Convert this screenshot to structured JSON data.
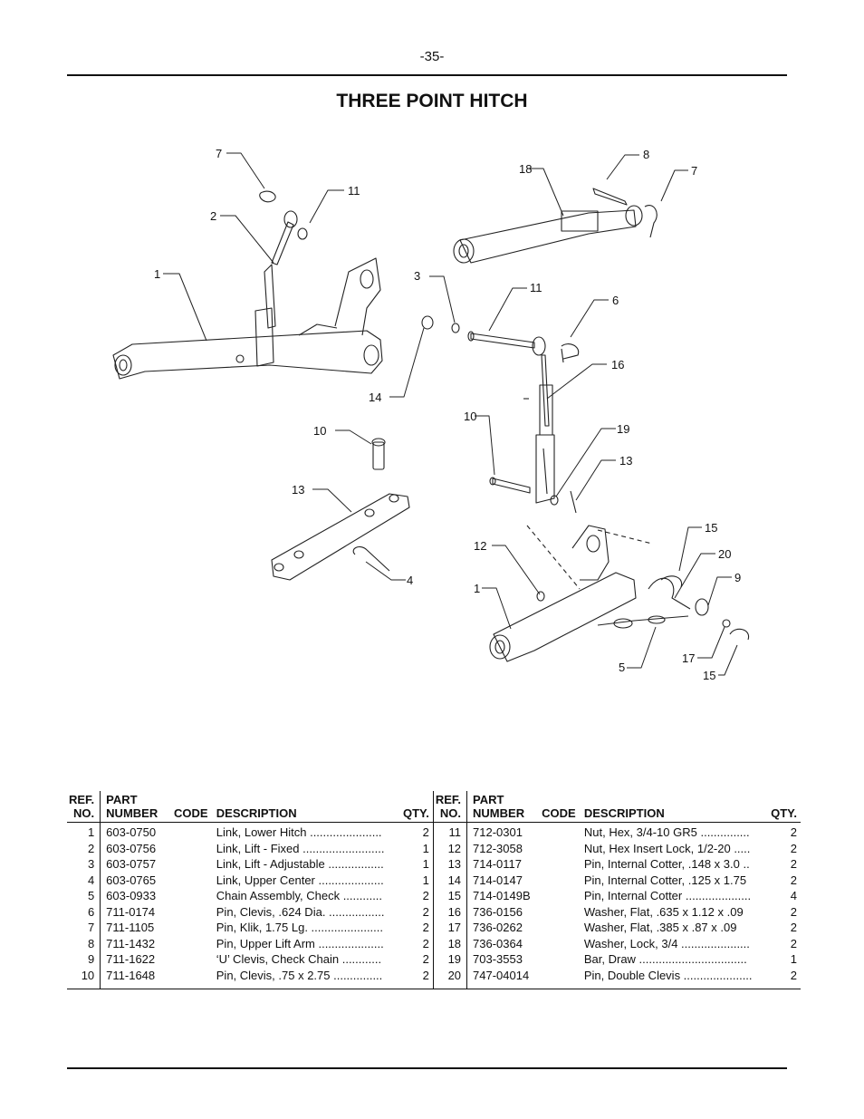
{
  "page": {
    "number": "-35-",
    "title": "THREE POINT HITCH"
  },
  "diagram": {
    "callouts": [
      "7",
      "11",
      "2",
      "1",
      "10",
      "13",
      "4",
      "18",
      "8",
      "7",
      "3",
      "11",
      "6",
      "16",
      "14",
      "10",
      "19",
      "13",
      "15",
      "20",
      "12",
      "9",
      "1",
      "17",
      "5",
      "15"
    ]
  },
  "table": {
    "headers": {
      "ref_line1": "REF.",
      "ref_line2": "NO.",
      "part_line1": "PART",
      "part_line2": "NUMBER",
      "code": "CODE",
      "description": "DESCRIPTION",
      "qty": "QTY."
    },
    "left_rows": [
      {
        "ref": "1",
        "part": "603-0750",
        "code": "",
        "desc": "Link, Lower Hitch ......................",
        "qty": "2"
      },
      {
        "ref": "2",
        "part": "603-0756",
        "code": "",
        "desc": "Link, Lift - Fixed .........................",
        "qty": "1"
      },
      {
        "ref": "3",
        "part": "603-0757",
        "code": "",
        "desc": "Link, Lift - Adjustable .................",
        "qty": "1"
      },
      {
        "ref": "4",
        "part": "603-0765",
        "code": "",
        "desc": "Link, Upper Center ....................",
        "qty": "1"
      },
      {
        "ref": "5",
        "part": "603-0933",
        "code": "",
        "desc": "Chain Assembly, Check ............",
        "qty": "2"
      },
      {
        "ref": "6",
        "part": "711-0174",
        "code": "",
        "desc": "Pin, Clevis, .624 Dia. .................",
        "qty": "2"
      },
      {
        "ref": "7",
        "part": "711-1105",
        "code": "",
        "desc": "Pin, Klik, 1.75 Lg. ......................",
        "qty": "2"
      },
      {
        "ref": "8",
        "part": "711-1432",
        "code": "",
        "desc": "Pin, Upper Lift Arm ....................",
        "qty": "2"
      },
      {
        "ref": "9",
        "part": "711-1622",
        "code": "",
        "desc": "‘U’ Clevis, Check Chain ............",
        "qty": "2"
      },
      {
        "ref": "10",
        "part": "711-1648",
        "code": "",
        "desc": "Pin, Clevis, .75 x 2.75 ...............",
        "qty": "2"
      }
    ],
    "right_rows": [
      {
        "ref": "11",
        "part": "712-0301",
        "code": "",
        "desc": "Nut, Hex, 3/4-10 GR5 ...............",
        "qty": "2"
      },
      {
        "ref": "12",
        "part": "712-3058",
        "code": "",
        "desc": "Nut, Hex Insert Lock, 1/2-20 .....",
        "qty": "2"
      },
      {
        "ref": "13",
        "part": "714-0117",
        "code": "",
        "desc": "Pin, Internal Cotter, .148 x 3.0 ..",
        "qty": "2"
      },
      {
        "ref": "14",
        "part": "714-0147",
        "code": "",
        "desc": "Pin, Internal Cotter, .125 x 1.75",
        "qty": "2"
      },
      {
        "ref": "15",
        "part": "714-0149B",
        "code": "",
        "desc": "Pin, Internal Cotter ....................",
        "qty": "4"
      },
      {
        "ref": "16",
        "part": "736-0156",
        "code": "",
        "desc": "Washer, Flat, .635 x 1.12 x .09",
        "qty": "2"
      },
      {
        "ref": "17",
        "part": "736-0262",
        "code": "",
        "desc": "Washer, Flat, .385 x .87 x .09",
        "qty": "2"
      },
      {
        "ref": "18",
        "part": "736-0364",
        "code": "",
        "desc": "Washer, Lock, 3/4 .....................",
        "qty": "2"
      },
      {
        "ref": "19",
        "part": "703-3553",
        "code": "",
        "desc": "Bar, Draw .................................",
        "qty": "1"
      },
      {
        "ref": "20",
        "part": "747-04014",
        "code": "",
        "desc": "Pin, Double Clevis .....................",
        "qty": "2"
      }
    ]
  }
}
